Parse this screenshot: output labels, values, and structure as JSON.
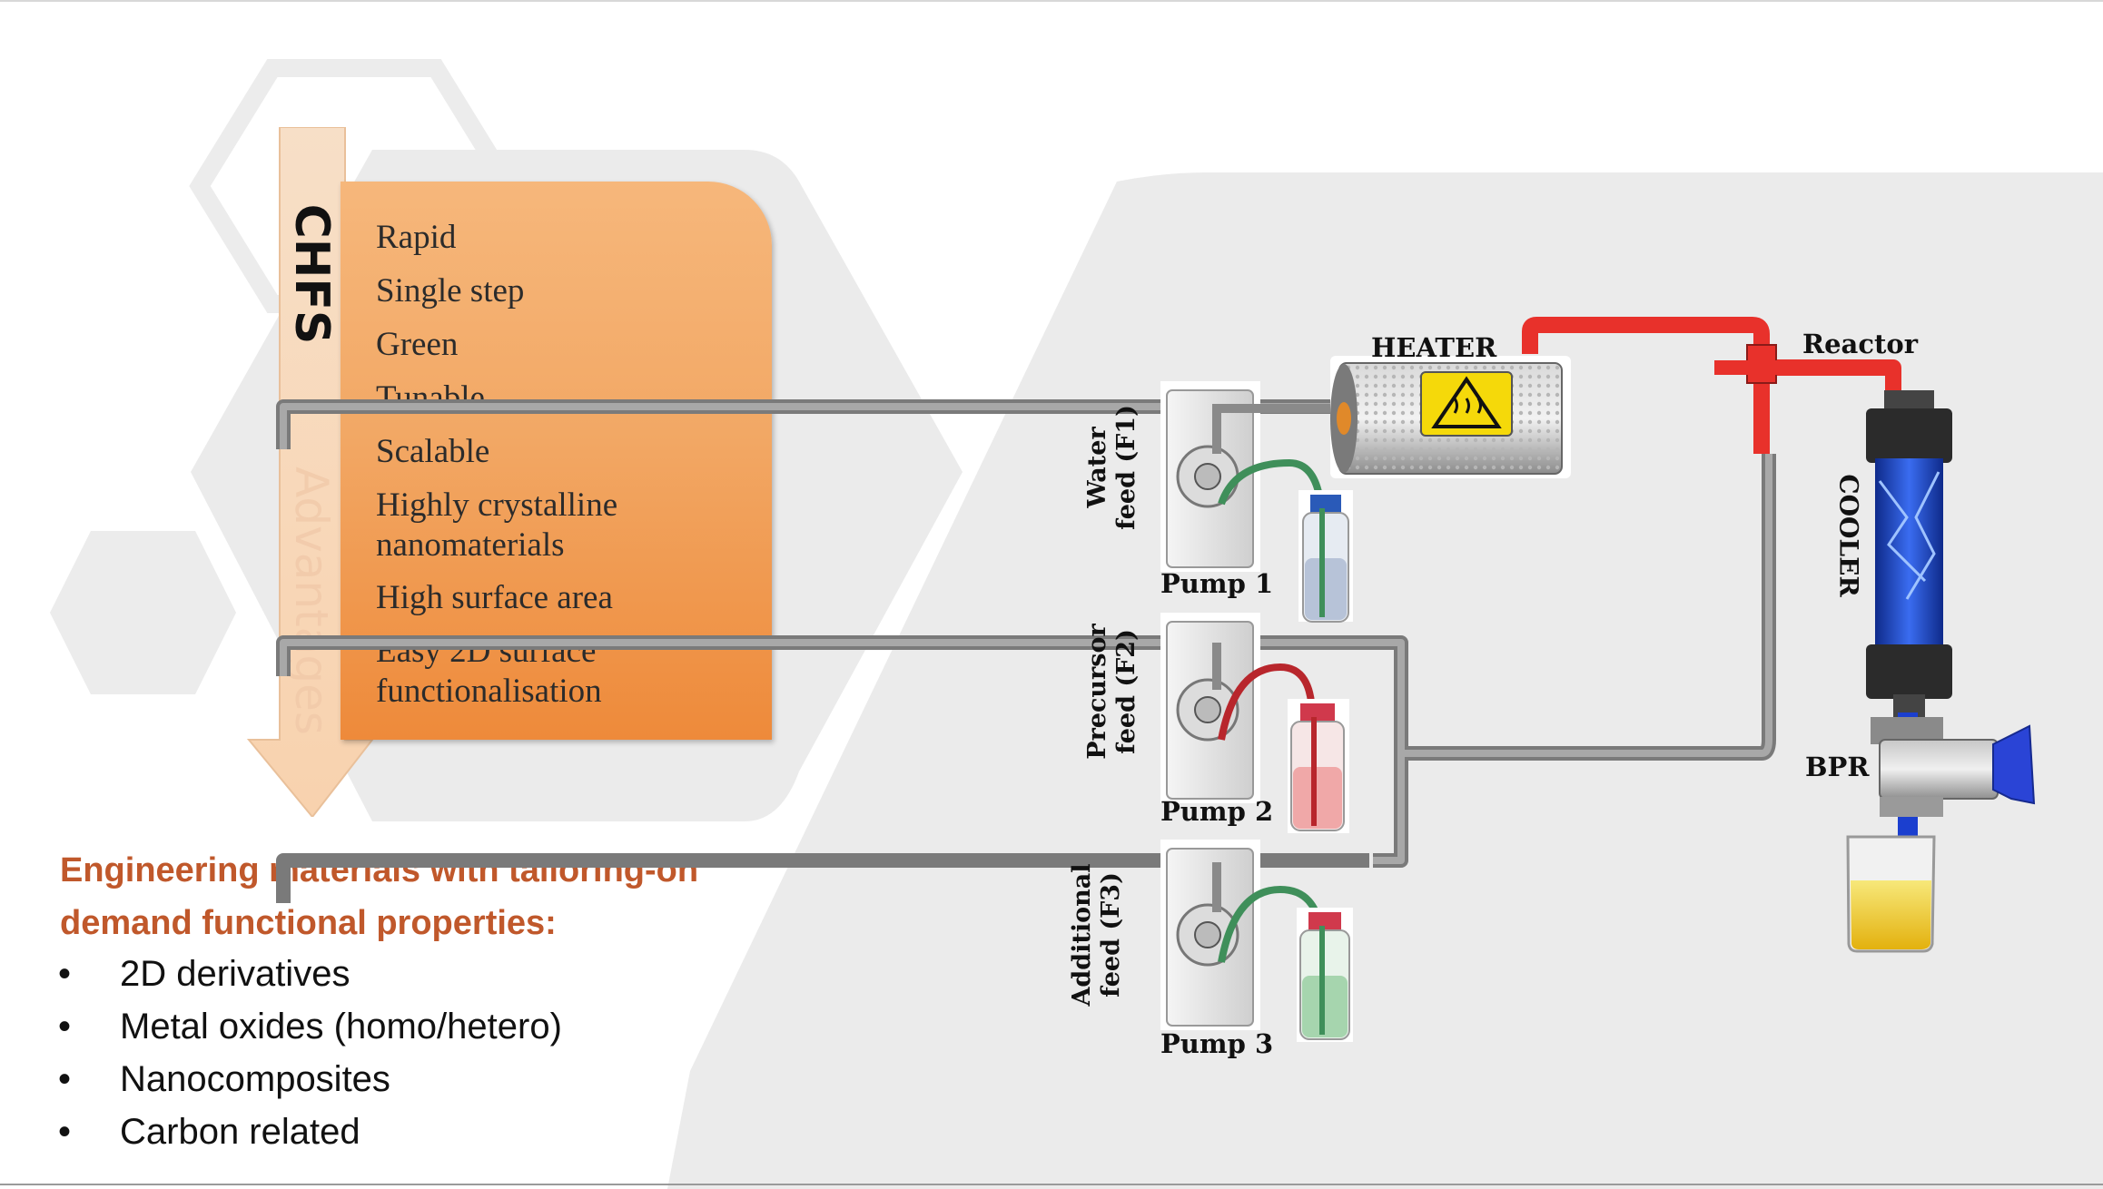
{
  "chfs": {
    "title": "CHFS",
    "subtitle": "Advantages",
    "advantages": [
      "Rapid",
      "Single step",
      "Green",
      "Tunable",
      "Scalable",
      "Highly crystalline nanomaterials",
      "High surface area",
      "Easy 2D surface functionalisation"
    ]
  },
  "engineering": {
    "title": "Engineering materials with tailoring-on demand functional properties:",
    "bullet_glyph": "•",
    "items": [
      "2D derivatives",
      "Metal oxides (homo/hetero)",
      "Nanocomposites",
      "Carbon related"
    ]
  },
  "diagram": {
    "heater": "HEATER",
    "reactor": "Reactor",
    "cooler": "COOLER",
    "bpr": "BPR",
    "pumps": [
      "Pump 1",
      "Pump 2",
      "Pump 3"
    ],
    "feeds": [
      {
        "line1": "Water",
        "line2": "feed (F1)"
      },
      {
        "line1": "Precursor",
        "line2": "feed (F2)"
      },
      {
        "line1": "Additional",
        "line2": "feed (F3)"
      }
    ]
  },
  "colors": {
    "accent_orange": "#c0582b",
    "box_orange": "#f2a865",
    "hot_pipe": "#e8312b",
    "cold_pipe": "#9a9a9a",
    "cooler_blue": "#1d3fb0",
    "pump_tube_green": "#3f8f5a",
    "pump_tube_red": "#b8262c"
  },
  "icons": [
    "hazard-hot-icon",
    "pump-icon",
    "bottle-icon",
    "beaker-icon",
    "valve-icon"
  ]
}
